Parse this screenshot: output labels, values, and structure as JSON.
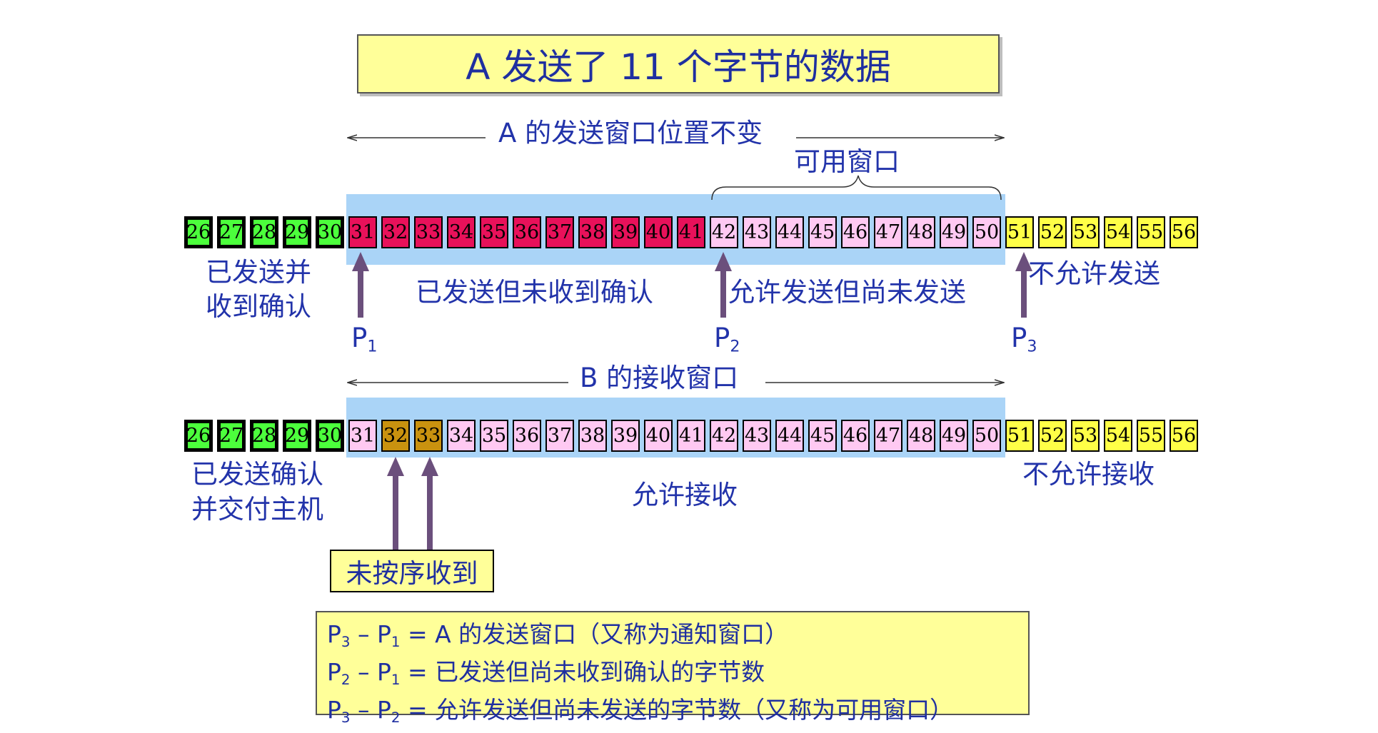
{
  "title": "A 发送了 11 个字节的数据",
  "sender": {
    "window_label": "A 的发送窗口位置不变",
    "usable_label": "可用窗口",
    "cells": [
      {
        "n": "26",
        "state": "acked"
      },
      {
        "n": "27",
        "state": "acked"
      },
      {
        "n": "28",
        "state": "acked"
      },
      {
        "n": "29",
        "state": "acked"
      },
      {
        "n": "30",
        "state": "acked"
      },
      {
        "n": "31",
        "state": "sent"
      },
      {
        "n": "32",
        "state": "sent"
      },
      {
        "n": "33",
        "state": "sent"
      },
      {
        "n": "34",
        "state": "sent"
      },
      {
        "n": "35",
        "state": "sent"
      },
      {
        "n": "36",
        "state": "sent"
      },
      {
        "n": "37",
        "state": "sent"
      },
      {
        "n": "38",
        "state": "sent"
      },
      {
        "n": "39",
        "state": "sent"
      },
      {
        "n": "40",
        "state": "sent"
      },
      {
        "n": "41",
        "state": "sent"
      },
      {
        "n": "42",
        "state": "allowed"
      },
      {
        "n": "43",
        "state": "allowed"
      },
      {
        "n": "44",
        "state": "allowed"
      },
      {
        "n": "45",
        "state": "allowed"
      },
      {
        "n": "46",
        "state": "allowed"
      },
      {
        "n": "47",
        "state": "allowed"
      },
      {
        "n": "48",
        "state": "allowed"
      },
      {
        "n": "49",
        "state": "allowed"
      },
      {
        "n": "50",
        "state": "allowed"
      },
      {
        "n": "51",
        "state": "outside"
      },
      {
        "n": "52",
        "state": "outside"
      },
      {
        "n": "53",
        "state": "outside"
      },
      {
        "n": "54",
        "state": "outside"
      },
      {
        "n": "55",
        "state": "outside"
      },
      {
        "n": "56",
        "state": "outside"
      }
    ],
    "label_acked_1": "已发送并",
    "label_acked_2": "收到确认",
    "label_sent": "已发送但未收到确认",
    "label_allowed": "允许发送但尚未发送",
    "label_not_allowed": "不允许发送",
    "p1_main": "P",
    "p1_sub": "1",
    "p2_main": "P",
    "p2_sub": "2",
    "p3_main": "P",
    "p3_sub": "3"
  },
  "receiver": {
    "window_label": "B 的接收窗口",
    "cells": [
      {
        "n": "26",
        "state": "acked"
      },
      {
        "n": "27",
        "state": "acked"
      },
      {
        "n": "28",
        "state": "acked"
      },
      {
        "n": "29",
        "state": "acked"
      },
      {
        "n": "30",
        "state": "acked"
      },
      {
        "n": "31",
        "state": "allowed"
      },
      {
        "n": "32",
        "state": "received"
      },
      {
        "n": "33",
        "state": "received"
      },
      {
        "n": "34",
        "state": "allowed"
      },
      {
        "n": "35",
        "state": "allowed"
      },
      {
        "n": "36",
        "state": "allowed"
      },
      {
        "n": "37",
        "state": "allowed"
      },
      {
        "n": "38",
        "state": "allowed"
      },
      {
        "n": "39",
        "state": "allowed"
      },
      {
        "n": "40",
        "state": "allowed"
      },
      {
        "n": "41",
        "state": "allowed"
      },
      {
        "n": "42",
        "state": "allowed"
      },
      {
        "n": "43",
        "state": "allowed"
      },
      {
        "n": "44",
        "state": "allowed"
      },
      {
        "n": "45",
        "state": "allowed"
      },
      {
        "n": "46",
        "state": "allowed"
      },
      {
        "n": "47",
        "state": "allowed"
      },
      {
        "n": "48",
        "state": "allowed"
      },
      {
        "n": "49",
        "state": "allowed"
      },
      {
        "n": "50",
        "state": "allowed"
      },
      {
        "n": "51",
        "state": "outside"
      },
      {
        "n": "52",
        "state": "outside"
      },
      {
        "n": "53",
        "state": "outside"
      },
      {
        "n": "54",
        "state": "outside"
      },
      {
        "n": "55",
        "state": "outside"
      },
      {
        "n": "56",
        "state": "outside"
      }
    ],
    "label_acked_1": "已发送确认",
    "label_acked_2": "并交付主机",
    "label_allowed": "允许接收",
    "label_not_allowed": "不允许接收",
    "label_unordered": "未按序收到"
  },
  "notes": [
    {
      "a": "P",
      "as": "3",
      "b": "P",
      "bs": "1",
      "text": " = A 的发送窗口（又称为通知窗口）"
    },
    {
      "a": "P",
      "as": "2",
      "b": "P",
      "bs": "1",
      "text": " = 已发送但尚未收到确认的字节数"
    },
    {
      "a": "P",
      "as": "3",
      "b": "P",
      "bs": "2",
      "text": " = 允许发送但尚未发送的字节数（又称为可用窗口）"
    }
  ],
  "colors": {
    "acked": "#4cff3c",
    "sent": "#e8115a",
    "allowed": "#ffc9f2",
    "received": "#c9920f",
    "outside": "#ffff47",
    "window_band": "#aad4f7",
    "text_blue": "#2233aa",
    "arrow": "#6b4f7c"
  }
}
